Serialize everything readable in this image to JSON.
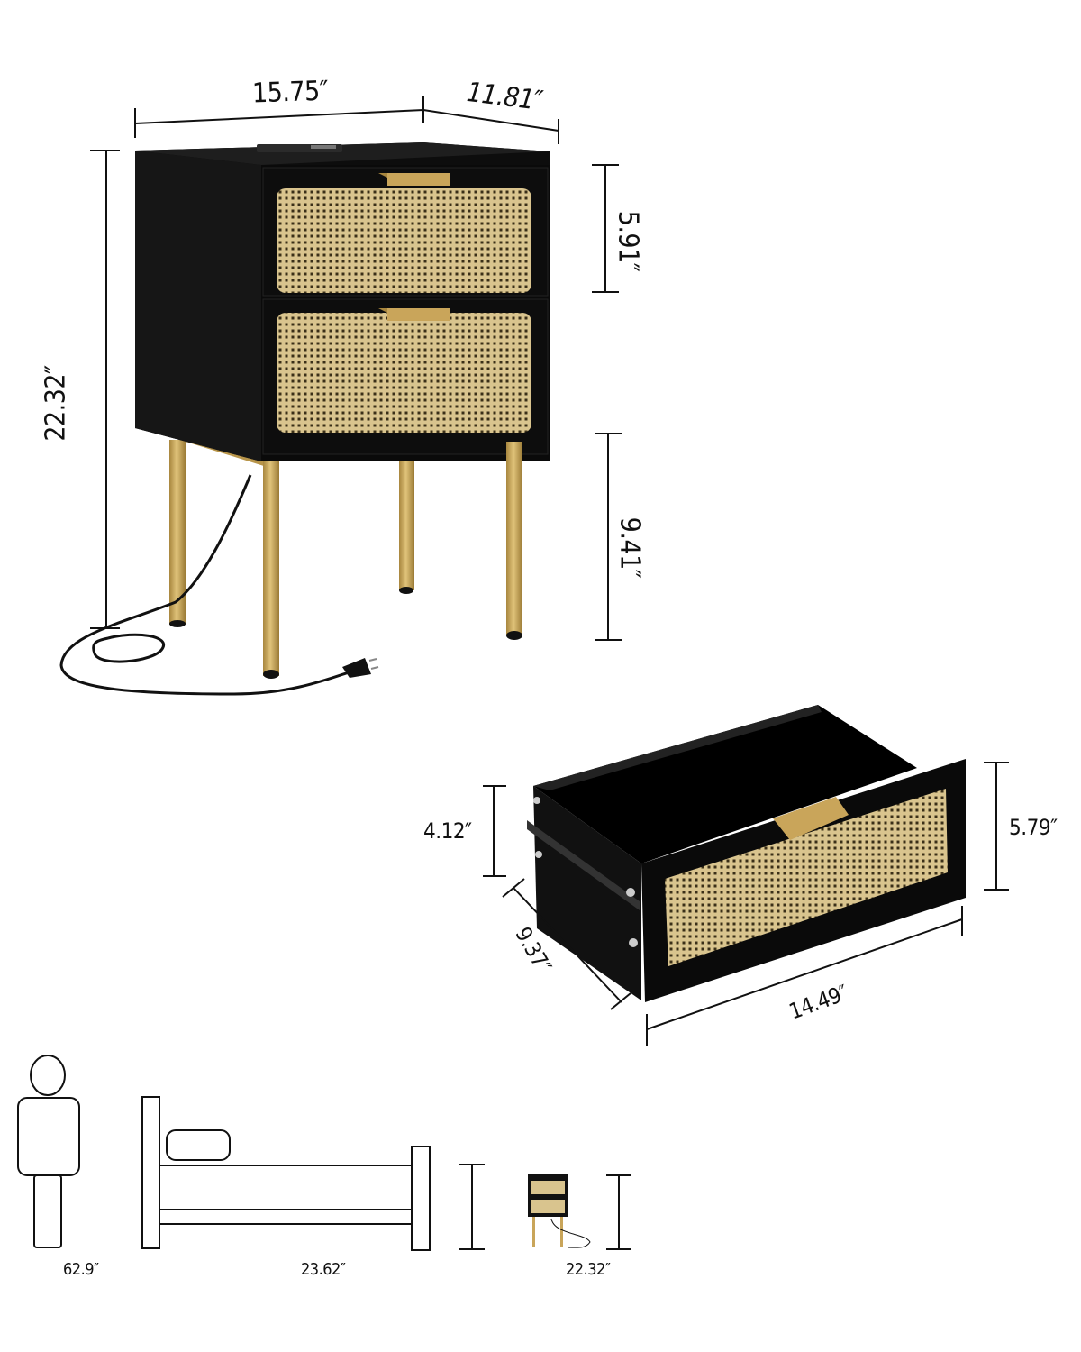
{
  "colors": {
    "body": "#0d0d0d",
    "rattan": "#d9c48e",
    "rattan_dark": "#2a2414",
    "gold": "#c9a55a",
    "line": "#111111",
    "background": "#ffffff"
  },
  "nightstand": {
    "width_label": "15.75″",
    "depth_label": "11.81″",
    "height_label": "22.32″",
    "drawer_height_label": "5.91″",
    "leg_height_label": "9.41″",
    "drawers": 2,
    "features": [
      "top charging station",
      "power cord with plug",
      "gold metal legs",
      "rattan drawer fronts"
    ]
  },
  "drawer": {
    "inner_height_label": "4.12″",
    "front_height_label": "5.79″",
    "depth_label": "9.37″",
    "width_label": "14.49″"
  },
  "scale_comparison": {
    "person_label": "62.9″",
    "bed_label": "23.62″",
    "nightstand_label": "22.32″"
  }
}
